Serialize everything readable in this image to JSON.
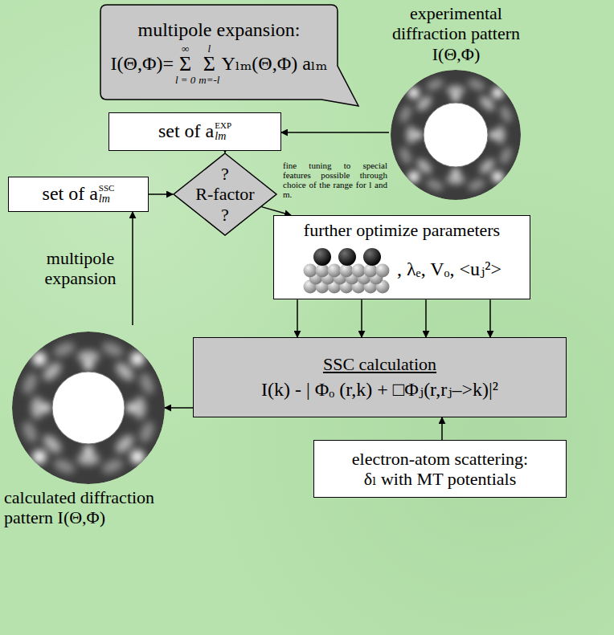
{
  "diagram": {
    "nodes": [
      {
        "text": [
          "multipole expansion:",
          "I(Θ,Φ)=",
          "Σ",
          "Σ",
          "Yₗₘ(Θ,Φ) aₗₘ"
        ]
      },
      {
        "text": [
          "experimental diffraction pattern I(Θ,Φ)"
        ]
      },
      {
        "text": [
          "set of a",
          "lm",
          "EXP"
        ]
      },
      {
        "text": [
          "?",
          "R-factor",
          "?"
        ]
      },
      {
        "text": [
          "set of a",
          "lm",
          "SSC"
        ]
      },
      {
        "text": [
          "further optimize parameters",
          ", λₑ, Vₒ, <uⱼ²>"
        ]
      },
      {
        "text": [
          "SSC calculation",
          "I(k) - | Φₒ (r,k) + □Φⱼ(r,rⱼ–>k)|²"
        ]
      },
      {
        "text": [
          "electron-atom scattering:",
          "δₗ with MT potentials"
        ]
      },
      {
        "text": [
          "calculated diffraction pattern I(Θ,Φ)"
        ]
      }
    ],
    "edges": [
      {
        "from": 1,
        "to": 2,
        "arrow": "to"
      },
      {
        "from": 2,
        "to": 3,
        "arrow": "to"
      },
      {
        "from": 4,
        "to": 3,
        "arrow": "to"
      },
      {
        "from": 3,
        "to": 5,
        "arrow": "to"
      },
      {
        "from": 5,
        "to": 6,
        "arrow": "to"
      },
      {
        "from": 5,
        "to": 6,
        "arrow": "to"
      },
      {
        "from": 5,
        "to": 6,
        "arrow": "to"
      },
      {
        "from": 5,
        "to": 6,
        "arrow": "to"
      },
      {
        "from": 7,
        "to": 6,
        "arrow": "to"
      },
      {
        "from": 6,
        "to": 8,
        "arrow": "to"
      },
      {
        "from": 8,
        "to": 4,
        "label": "multipole expansion",
        "arrow": "to"
      }
    ],
    "labels": [
      "∞",
      "l = 0",
      "l",
      "m=-l",
      "fine tuning to special features possible through choice of the range for l and m."
    ]
  }
}
